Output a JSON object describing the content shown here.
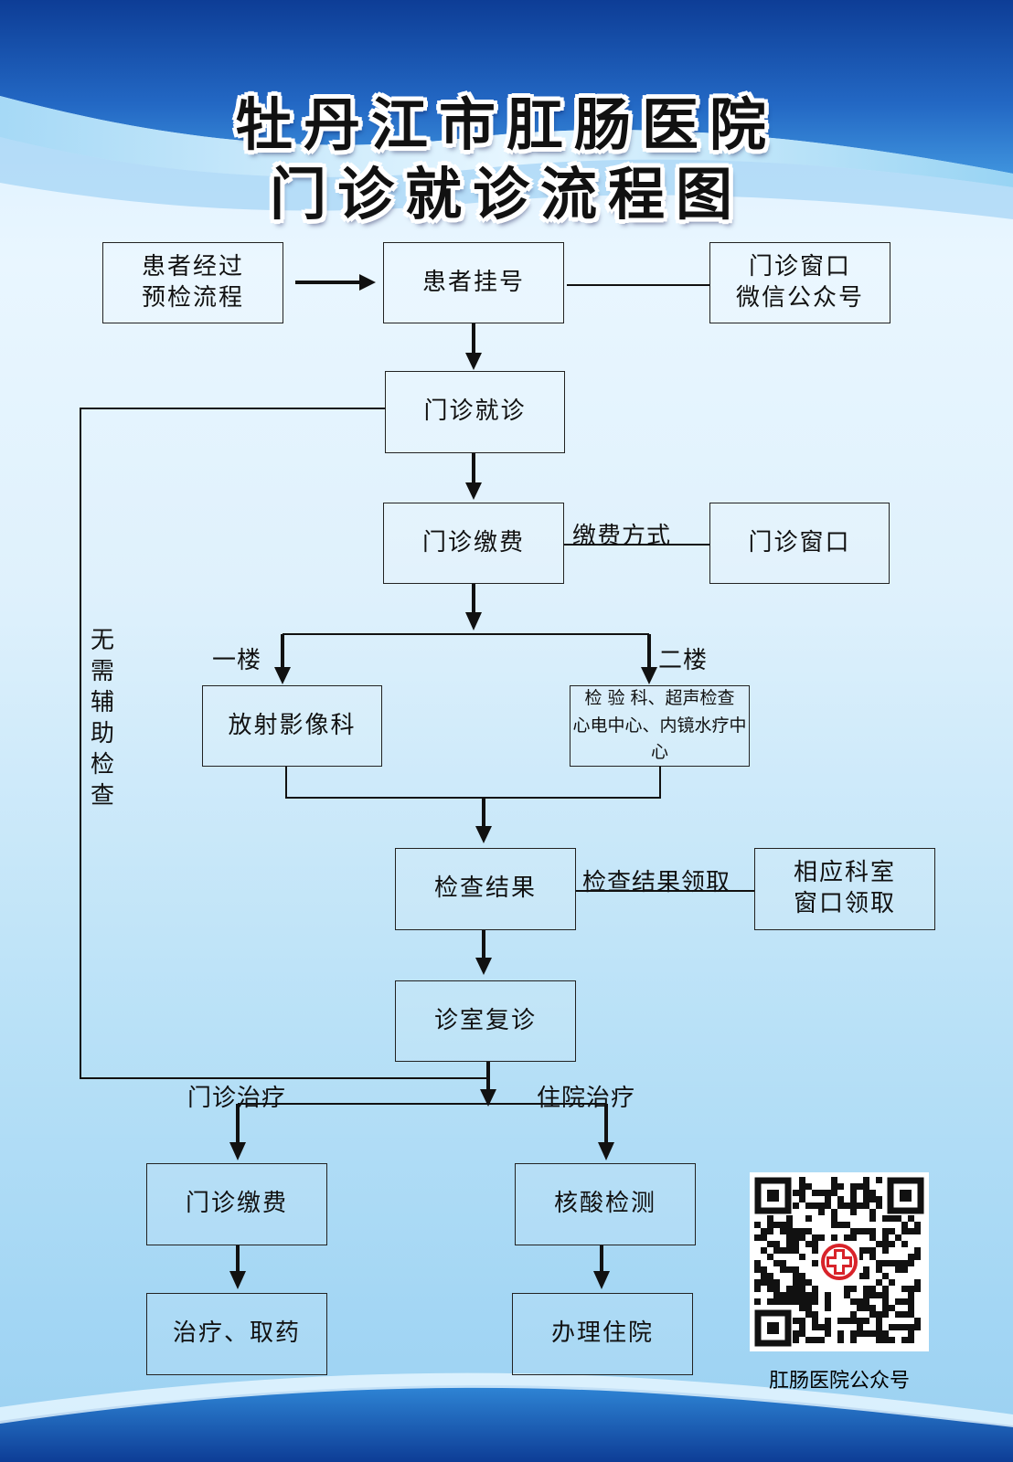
{
  "title": {
    "line1": "牡丹江市肛肠医院",
    "line2": "门诊就诊流程图"
  },
  "nodes": {
    "pre_check": "患者经过\n预检流程",
    "register": "患者挂号",
    "register_channel": "门诊窗口\n微信公众号",
    "consult": "门诊就诊",
    "payment": "门诊缴费",
    "payment_window": "门诊窗口",
    "radiology": "放射影像科",
    "labs": "检 验 科、超声检查\n心电中心、内镜水疗中心",
    "results": "检查结果",
    "results_window": "相应科室\n窗口领取",
    "revisit": "诊室复诊",
    "op_payment": "门诊缴费",
    "treatment": "治疗、取药",
    "nucleic_test": "核酸检测",
    "admission": "办理住院"
  },
  "edge_labels": {
    "payment_method": "缴费方式",
    "floor1": "一楼",
    "floor2": "二楼",
    "results_pickup": "检查结果领取",
    "no_aux_exam": "无需辅助检查",
    "outpatient_treatment": "门诊治疗",
    "inpatient_treatment": "住院治疗"
  },
  "qr": {
    "caption": "肛肠医院公众号",
    "icon": "hospital-cross-logo"
  },
  "colors": {
    "banner_dark": "#1a4fa8",
    "banner_light": "#4aa6e6",
    "line": "#111111"
  }
}
